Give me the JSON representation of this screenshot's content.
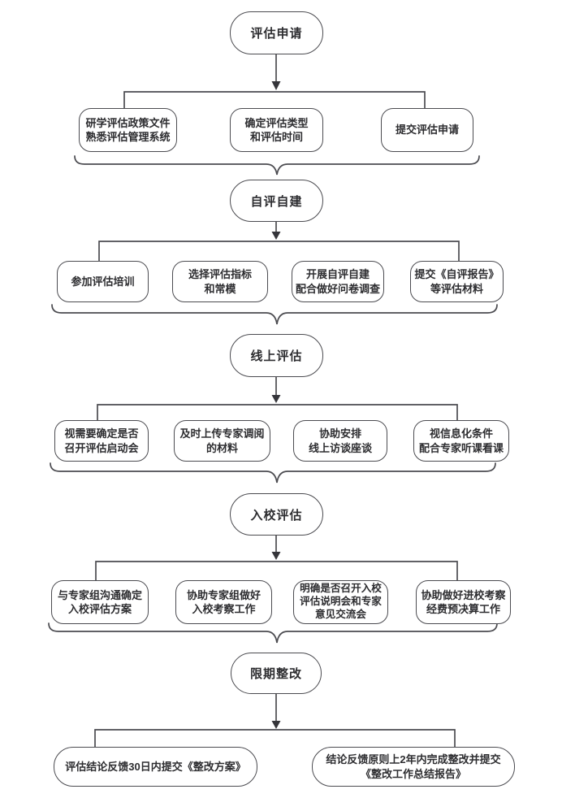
{
  "flow": {
    "stages": [
      {
        "label": "评估申请"
      },
      {
        "label": "自评自建"
      },
      {
        "label": "线上评估"
      },
      {
        "label": "入校评估"
      },
      {
        "label": "限期整改"
      }
    ],
    "rows": [
      {
        "steps": [
          "研学评估政策文件\n熟悉评估管理系统",
          "确定评估类型\n和评估时间",
          "提交评估申请"
        ]
      },
      {
        "steps": [
          "参加评估培训",
          "选择评估指标\n和常模",
          "开展自评自建\n配合做好问卷调查",
          "提交《自评报告》\n等评估材料"
        ]
      },
      {
        "steps": [
          "视需要确定是否\n召开评估启动会",
          "及时上传专家调阅\n的材料",
          "协助安排\n线上访谈座谈",
          "视信息化条件\n配合专家听课看课"
        ]
      },
      {
        "steps": [
          "与专家组沟通确定\n入校评估方案",
          "协助专家组做好\n入校考察工作",
          "明确是否召开入校\n评估说明会和专家\n意见交流会",
          "协助做好进校考察\n经费预决算工作"
        ]
      },
      {
        "steps": [
          "评估结论反馈30日内提交《整改方案》",
          "结论反馈原则上2年内完成整改并提交\n《整改工作总结报告》"
        ]
      }
    ]
  },
  "colors": {
    "stroke": "#4b4b50",
    "arrow": "#35353a",
    "text": "#2d2d30",
    "background": "#ffffff"
  }
}
